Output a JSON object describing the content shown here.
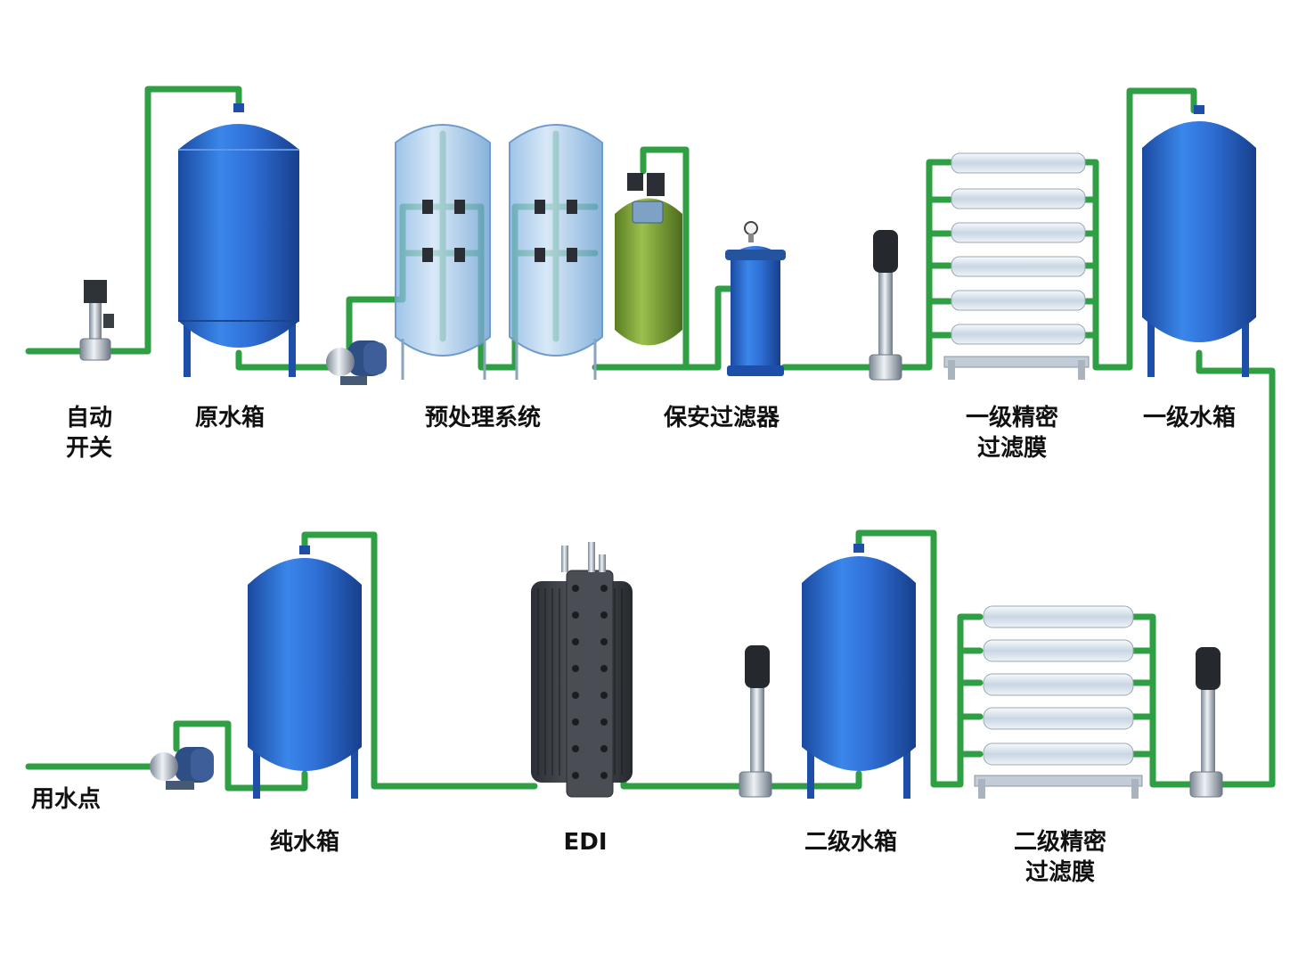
{
  "colors": {
    "pipe": "#2ea043",
    "tank": "#2f6fd6",
    "tankDark": "#1d4fa8",
    "filter": "#7fa33a",
    "membrane": "#e4ecf4"
  },
  "labels": {
    "auto_switch": [
      "自动",
      "开关"
    ],
    "raw_tank": "原水箱",
    "pretreatment": "预处理系统",
    "security_filter": "保安过滤器",
    "membrane1": [
      "一级精密",
      "过滤膜"
    ],
    "tank1": "一级水箱",
    "use_point": "用水点",
    "pure_tank": "纯水箱",
    "edi": "EDI",
    "tank2": "二级水箱",
    "membrane2": [
      "二级精密",
      "过滤膜"
    ]
  }
}
